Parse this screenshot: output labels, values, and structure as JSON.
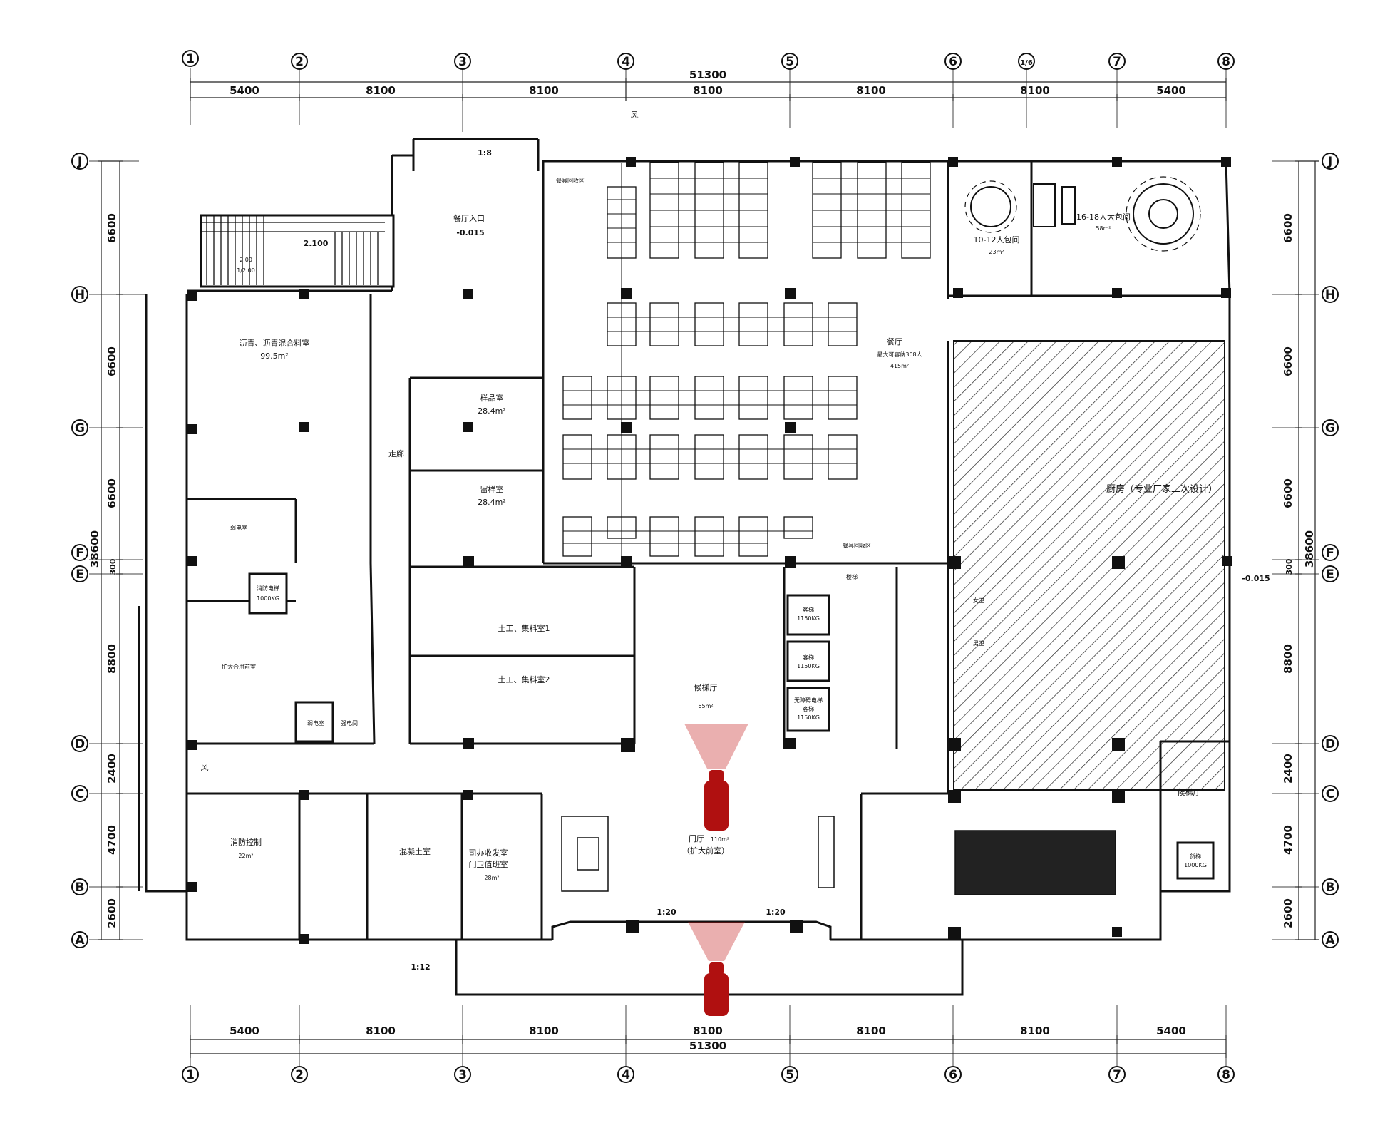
{
  "axes": {
    "columns": [
      "1",
      "2",
      "3",
      "4",
      "5",
      "6",
      "1/6",
      "7",
      "8"
    ],
    "rows": [
      "J",
      "H",
      "G",
      "F",
      "E",
      "D",
      "C",
      "B",
      "A"
    ]
  },
  "dimensions": {
    "top_total": "51300",
    "top_spans": [
      "5400",
      "8100",
      "8100",
      "8100",
      "8100",
      "8100",
      "5400"
    ],
    "bottom_spans": [
      "5400",
      "8100",
      "8100",
      "8100",
      "8100",
      "8100",
      "5400"
    ],
    "bottom_total": "51300",
    "left_total": "38600",
    "left_spans": [
      "6600",
      "6600",
      "6600",
      "300",
      "8800",
      "2400",
      "4700",
      "2600"
    ],
    "right_total": "38600",
    "right_spans": [
      "6600",
      "6600",
      "6600",
      "300",
      "8800",
      "2400",
      "4700",
      "2600"
    ]
  },
  "levels": {
    "stair_level": "2.100",
    "entrance_level": "-0.015",
    "east_level": "-0.015",
    "stair_note_1": "2.00",
    "stair_note_2": "1/2.00"
  },
  "slopes": {
    "top": "1:8",
    "bottom_left": "1:12",
    "door_left": "1:20",
    "door_right": "1:20"
  },
  "rooms": {
    "entrance": "餐厅入口",
    "asphalt_room": "沥青、沥青混合料室",
    "asphalt_area": "99.5m²",
    "sample_room": "样品室",
    "sample_area": "28.4m²",
    "retain_room": "留样室",
    "retain_area": "28.4m²",
    "corridor": "走廊",
    "soil_room_1": "土工、集料室1",
    "soil_room_2": "土工、集料室2",
    "dining": "餐厅",
    "dining_capacity": "最大可容纳308人",
    "dining_area": "415m²",
    "private_small": "10-12人包间",
    "private_small_area": "23m²",
    "private_large": "16-18人大包间",
    "private_large_area": "58m²",
    "kitchen": "厨房（专业厂家二次设计）",
    "elevator_hall": "候梯厅",
    "elevator_hall_area": "65m²",
    "lobby": "门厅",
    "lobby_area": "110m²",
    "lobby_note": "（扩大前室）",
    "guard_room": "司办收发室",
    "guard_room_2": "门卫值班室",
    "guard_area": "28m²",
    "concrete_room": "混凝土室",
    "fire_control": "消防控制",
    "fire_control_area": "22m²",
    "power_room": "弱电室",
    "expanded_antechamber": "扩大合用前室",
    "elevator_1": "客梯",
    "elevator_1_cap": "1150KG",
    "elevator_2": "客梯",
    "elevator_2_cap": "1150KG",
    "elevator_3": "无障碍电梯",
    "elevator_3_b": "客梯",
    "elevator_3_cap": "1150KG",
    "fire_elevator": "消防电梯",
    "fire_elevator_cap": "1000KG",
    "freight_elevator": "货梯",
    "freight_cap": "1000KG",
    "female_wc": "女卫",
    "male_wc": "男卫",
    "weak_room": "弱电室",
    "strong_room": "强电间",
    "wind_shaft": "风",
    "tableware": "餐具回收区",
    "tableware_2": "餐具回收区",
    "elevator_hall_east": "候梯厅",
    "stair_label": "楼梯"
  }
}
